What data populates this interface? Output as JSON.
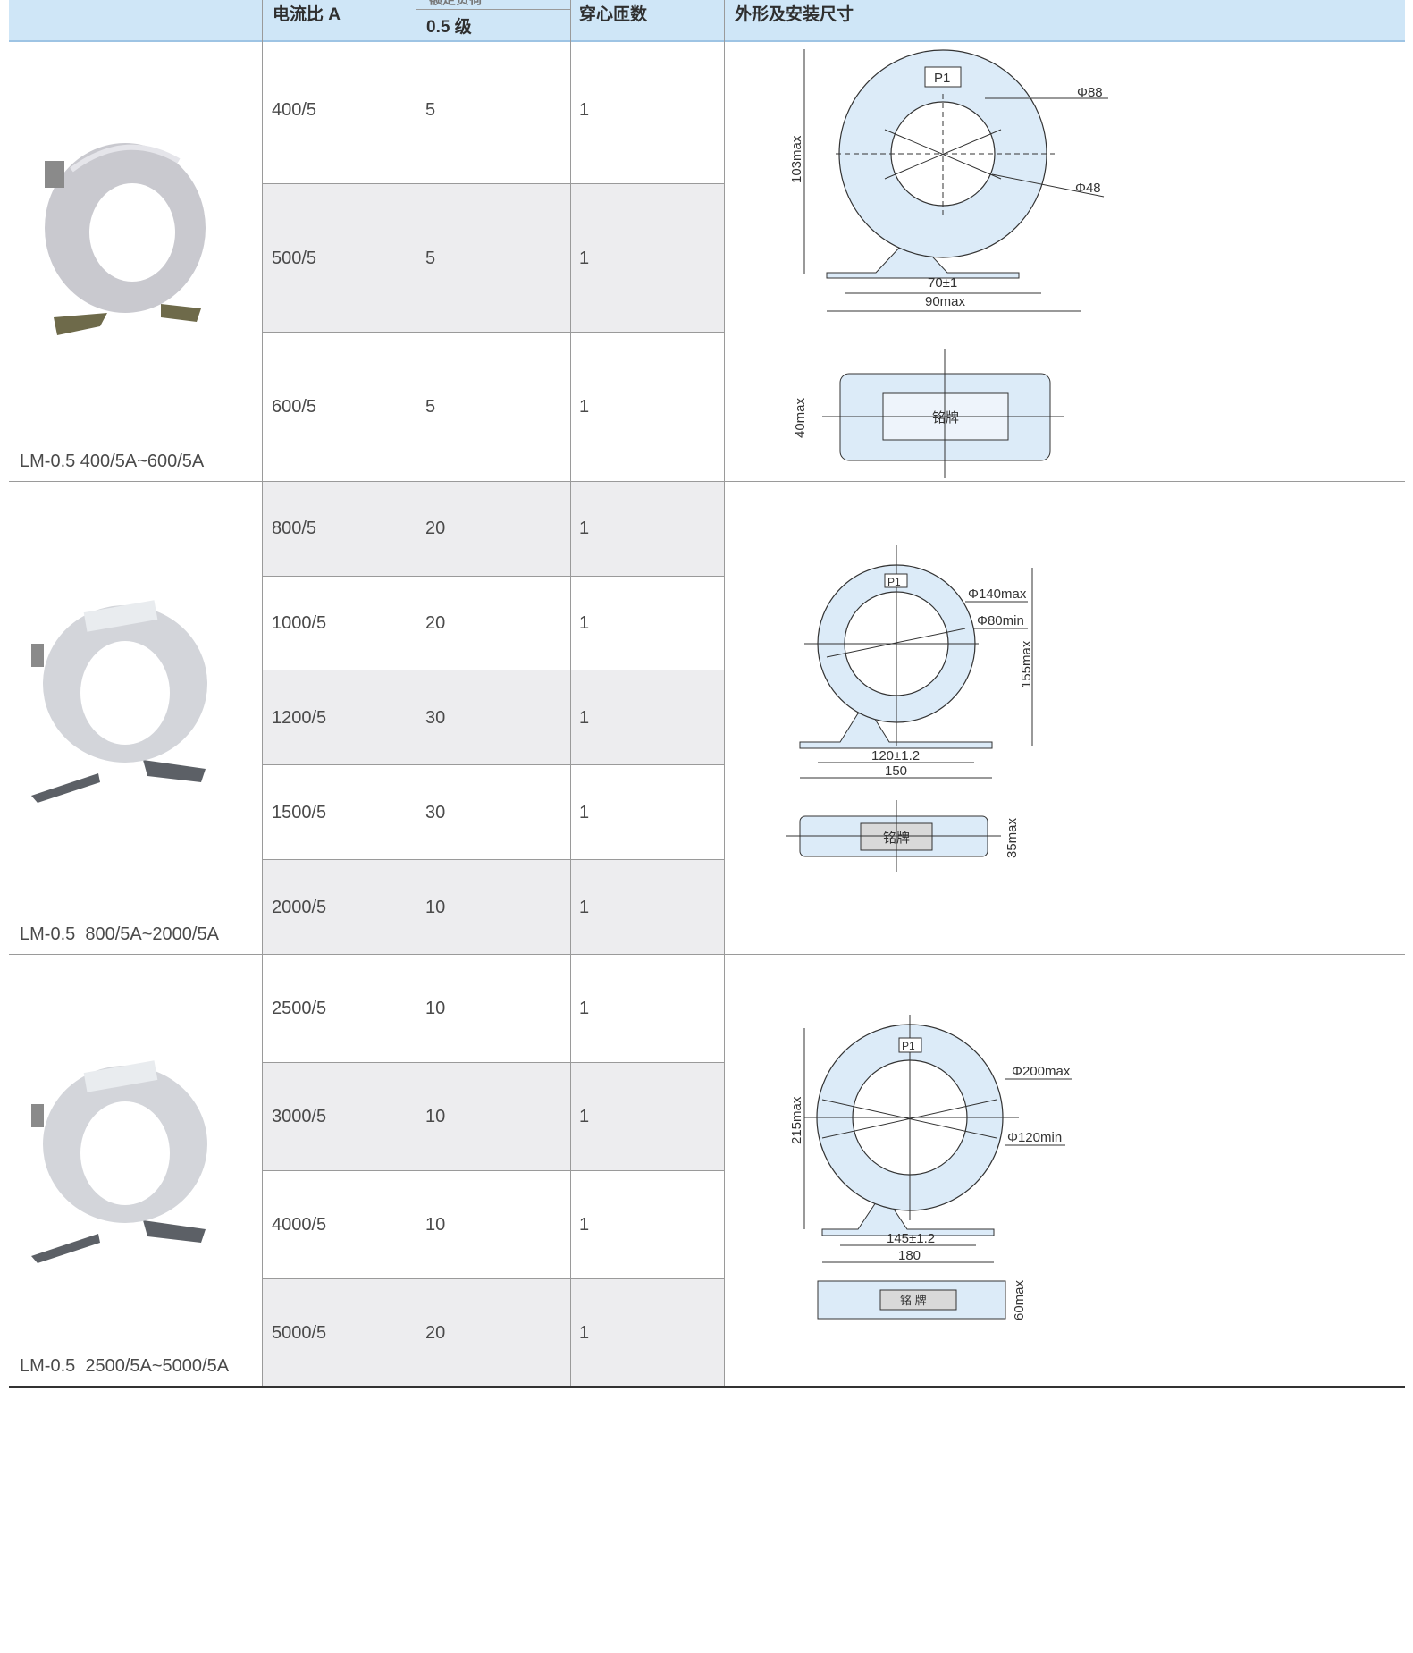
{
  "header": {
    "col_ratio": "电流比 A",
    "col_class_top": "额定负荷",
    "col_class": "0.5 级",
    "col_turns": "穿心匝数",
    "col_dims": "外形及安装尺寸"
  },
  "groups": [
    {
      "model": "LM-0.5 400/5A~600/5A",
      "rows": [
        {
          "ratio": "400/5",
          "load": "5",
          "turns": "1"
        },
        {
          "ratio": "500/5",
          "load": "5",
          "turns": "1"
        },
        {
          "ratio": "600/5",
          "load": "5",
          "turns": "1"
        }
      ],
      "drawing": {
        "outer": "Φ88",
        "inner": "Φ48",
        "height": "103max",
        "span": "70±1",
        "width": "90max",
        "depth": "40max",
        "terminal": "P1",
        "plate": "铭牌"
      }
    },
    {
      "model": "LM-0.5  800/5A~2000/5A",
      "rows": [
        {
          "ratio": "800/5",
          "load": "20",
          "turns": "1"
        },
        {
          "ratio": "1000/5",
          "load": "20",
          "turns": "1"
        },
        {
          "ratio": "1200/5",
          "load": "30",
          "turns": "1"
        },
        {
          "ratio": "1500/5",
          "load": "30",
          "turns": "1"
        },
        {
          "ratio": "2000/5",
          "load": "10",
          "turns": "1"
        }
      ],
      "drawing": {
        "outer": "Φ140max",
        "inner": "Φ80min",
        "height": "155max",
        "span": "120±1.2",
        "width": "150",
        "depth": "35max",
        "terminal": "P1",
        "plate": "铭牌"
      }
    },
    {
      "model": "LM-0.5  2500/5A~5000/5A",
      "rows": [
        {
          "ratio": "2500/5",
          "load": "10",
          "turns": "1"
        },
        {
          "ratio": "3000/5",
          "load": "10",
          "turns": "1"
        },
        {
          "ratio": "4000/5",
          "load": "10",
          "turns": "1"
        },
        {
          "ratio": "5000/5",
          "load": "20",
          "turns": "1"
        }
      ],
      "drawing": {
        "outer": "Φ200max",
        "inner": "Φ120min",
        "height": "215max",
        "span": "145±1.2",
        "width": "180",
        "depth": "60max",
        "terminal": "P1",
        "plate": "铭 牌"
      }
    }
  ],
  "colors": {
    "header_bg": "#cfe6f7",
    "row_grey": "#ededef",
    "drawing_fill": "#dcebf8",
    "line": "#9a9a9a"
  }
}
